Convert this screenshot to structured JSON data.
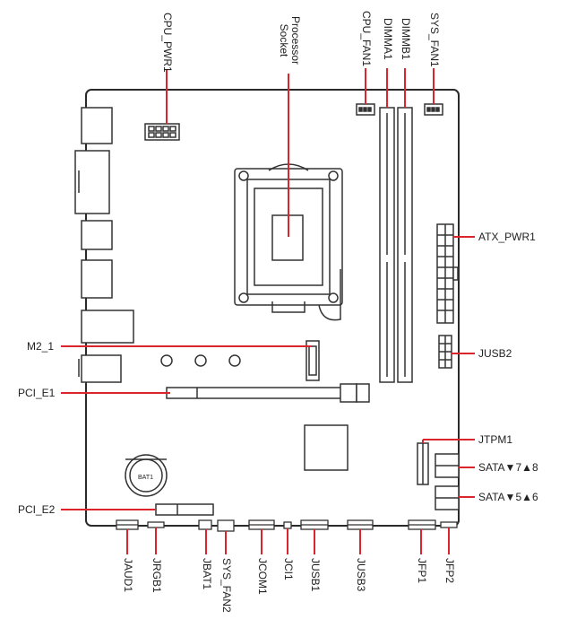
{
  "colors": {
    "callout": "#d9252b",
    "board_outline": "#2a2a2a",
    "component": "#333333",
    "background": "#ffffff"
  },
  "labels": {
    "cpu_pwr1": "CPU_PWR1",
    "processor_socket_line1": "Processor",
    "processor_socket_line2": "Socket",
    "cpu_fan1": "CPU_FAN1",
    "dimma1": "DIMMA1",
    "dimmb1": "DIMMB1",
    "sys_fan1": "SYS_FAN1",
    "atx_pwr1": "ATX_PWR1",
    "jusb2": "JUSB2",
    "m2_1": "M2_1",
    "pci_e1": "PCI_E1",
    "jtpm1": "JTPM1",
    "sata78": "SATA▼7▲8",
    "sata56": "SATA▼5▲6",
    "pci_e2": "PCI_E2",
    "jaud1": "JAUD1",
    "jrgb1": "JRGB1",
    "jbat1": "JBAT1",
    "sys_fan2": "SYS_FAN2",
    "jcom1": "JCOM1",
    "jci1": "JCI1",
    "jusb1": "JUSB1",
    "jusb3": "JUSB3",
    "jfp1": "JFP1",
    "jfp2": "JFP2",
    "bat1": "BAT1"
  }
}
